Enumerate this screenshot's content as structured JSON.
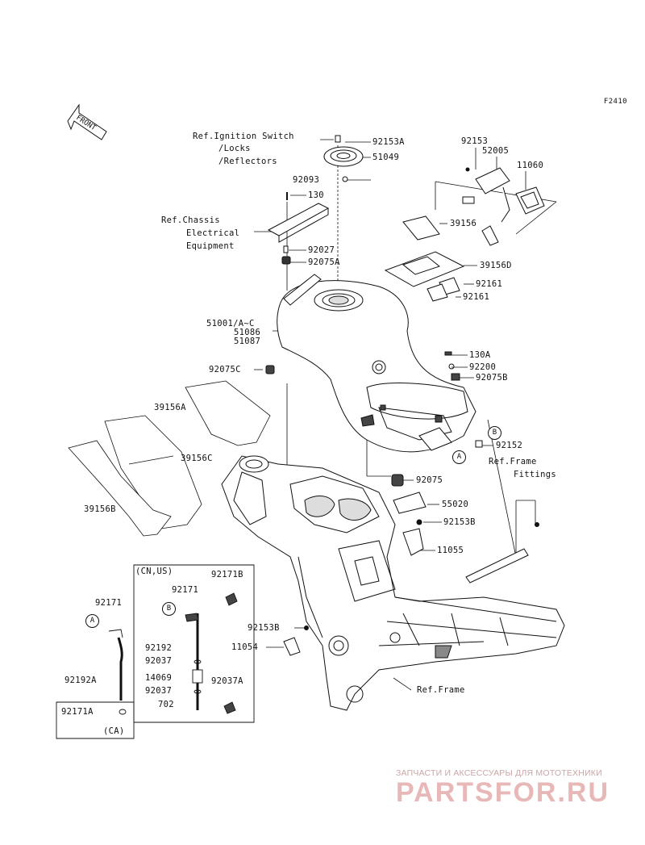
{
  "figure_code": "F2410",
  "front_label": "FRONT",
  "refs": {
    "ignition": "Ref.Ignition Switch",
    "ignition_2": "/Locks",
    "ignition_3": "/Reflectors",
    "chassis_1": "Ref.Chassis",
    "chassis_2": "Electrical",
    "chassis_3": "Equipment",
    "frame_fittings_1": "Ref.Frame",
    "frame_fittings_2": "Fittings",
    "frame": "Ref.Frame"
  },
  "parts": {
    "p92153A": "92153A",
    "p51049": "51049",
    "p92093": "92093",
    "p130": "130",
    "p92027": "92027",
    "p92075A": "92075A",
    "p92153": "92153",
    "p52005": "52005",
    "p11060": "11060",
    "p39156": "39156",
    "p39156D": "39156D",
    "p92161a": "92161",
    "p92161b": "92161",
    "tank_1": "51001/A~C",
    "tank_2": "51086",
    "tank_3": "51087",
    "p130A": "130A",
    "p92200": "92200",
    "p92075B": "92075B",
    "p92075C": "92075C",
    "p39156A": "39156A",
    "p39156C": "39156C",
    "p39156B": "39156B",
    "p92152": "92152",
    "p92075": "92075",
    "p55020": "55020",
    "p92153B_1": "92153B",
    "p11055": "11055",
    "p92153B_2": "92153B",
    "p11054": "11054",
    "p92171_left": "92171",
    "p92192A": "92192A",
    "p92171A": "92171A",
    "box_region_1": "(CN,US)",
    "box_region_2": "(CA)",
    "p92171B": "92171B",
    "p92171_box": "92171",
    "p92192": "92192",
    "p92037_1": "92037",
    "p14069": "14069",
    "p92037_2": "92037",
    "p702": "702",
    "p92037A": "92037A"
  },
  "callouts": {
    "A": "A",
    "B": "B"
  },
  "watermark": {
    "line1": "ЗАПЧАСТИ И АКСЕССУАРЫ ДЛЯ МОТОТЕХНИКИ",
    "line2": "PARTSFOR.RU"
  }
}
